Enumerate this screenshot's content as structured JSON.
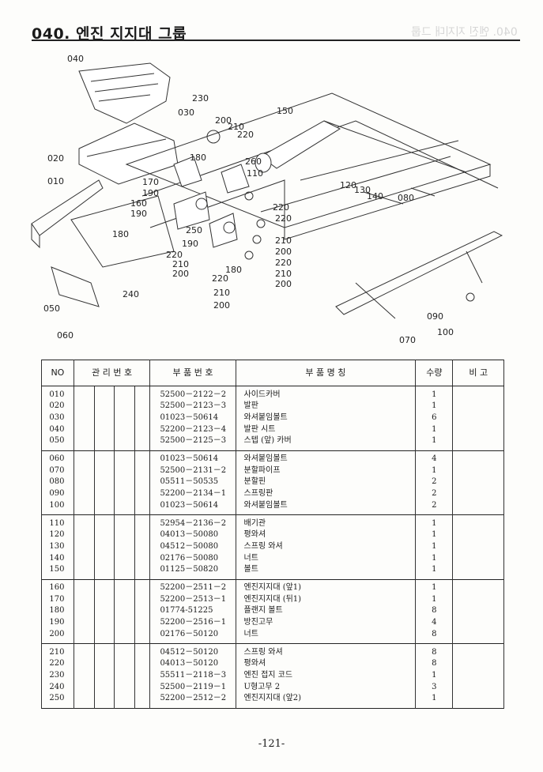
{
  "header": {
    "title": "040. 엔진 지지대 그룹",
    "ghost_title": "040. 엔진 지지대 그룹"
  },
  "diagram": {
    "callouts": [
      "040",
      "030",
      "020",
      "010",
      "230",
      "200",
      "210",
      "220",
      "150",
      "260",
      "180",
      "110",
      "170",
      "190",
      "160",
      "190",
      "180",
      "250",
      "190",
      "220",
      "210",
      "200",
      "120",
      "130",
      "140",
      "080",
      "220",
      "220",
      "210",
      "200",
      "220",
      "210",
      "200",
      "180",
      "220",
      "210",
      "200",
      "240",
      "050",
      "060",
      "070",
      "090",
      "100"
    ]
  },
  "table": {
    "headers": {
      "no": "NO",
      "mgmt": "관  리  번  호",
      "part_no": "부 품 번 호",
      "name": "부    품    명    칭",
      "qty": "수량",
      "remarks": "비  고"
    },
    "groups": [
      [
        {
          "no": "010",
          "part_no": "52500－2122－2",
          "name": "사이드카버",
          "qty": "1"
        },
        {
          "no": "020",
          "part_no": "52500－2123－3",
          "name": "발판",
          "qty": "1"
        },
        {
          "no": "030",
          "part_no": "01023－50614",
          "name": "와셔붙임볼트",
          "qty": "6"
        },
        {
          "no": "040",
          "part_no": "52200－2123－4",
          "name": "발판 시트",
          "qty": "1"
        },
        {
          "no": "050",
          "part_no": "52500－2125－3",
          "name": "스텝 (앞) 카버",
          "qty": "1"
        }
      ],
      [
        {
          "no": "060",
          "part_no": "01023－50614",
          "name": "와셔붙임볼트",
          "qty": "4"
        },
        {
          "no": "070",
          "part_no": "52500－2131－2",
          "name": "분할파이프",
          "qty": "1"
        },
        {
          "no": "080",
          "part_no": "05511－50535",
          "name": "분할핀",
          "qty": "2"
        },
        {
          "no": "090",
          "part_no": "52200－2134－1",
          "name": "스프링판",
          "qty": "2"
        },
        {
          "no": "100",
          "part_no": "01023－50614",
          "name": "와셔붙임볼트",
          "qty": "2"
        }
      ],
      [
        {
          "no": "110",
          "part_no": "52954－2136－2",
          "name": "배기관",
          "qty": "1"
        },
        {
          "no": "120",
          "part_no": "04013－50080",
          "name": "평와셔",
          "qty": "1"
        },
        {
          "no": "130",
          "part_no": "04512－50080",
          "name": "스프링 와셔",
          "qty": "1"
        },
        {
          "no": "140",
          "part_no": "02176－50080",
          "name": "너트",
          "qty": "1"
        },
        {
          "no": "150",
          "part_no": "01125－50820",
          "name": "볼트",
          "qty": "1"
        }
      ],
      [
        {
          "no": "160",
          "part_no": "52200－2511－2",
          "name": "엔진지지대 (앞1)",
          "qty": "1"
        },
        {
          "no": "170",
          "part_no": "52200－2513－1",
          "name": "엔진지지대 (뒤1)",
          "qty": "1"
        },
        {
          "no": "180",
          "part_no": "01774-51225",
          "name": "플랜지 볼트",
          "qty": "8"
        },
        {
          "no": "190",
          "part_no": "52200－2516－1",
          "name": "방진고무",
          "qty": "4"
        },
        {
          "no": "200",
          "part_no": "02176－50120",
          "name": "너트",
          "qty": "8"
        }
      ],
      [
        {
          "no": "210",
          "part_no": "04512－50120",
          "name": "스프링 와셔",
          "qty": "8"
        },
        {
          "no": "220",
          "part_no": "04013－50120",
          "name": "평와셔",
          "qty": "8"
        },
        {
          "no": "230",
          "part_no": "55511－2118－3",
          "name": "엔진 접지 코드",
          "qty": "1"
        },
        {
          "no": "240",
          "part_no": "52500－2119－1",
          "name": "U형고무 2",
          "qty": "3"
        },
        {
          "no": "250",
          "part_no": "52200－2512－2",
          "name": "엔진지지대 (앞2)",
          "qty": "1"
        }
      ]
    ]
  },
  "footer": {
    "page_number": "-121-"
  }
}
